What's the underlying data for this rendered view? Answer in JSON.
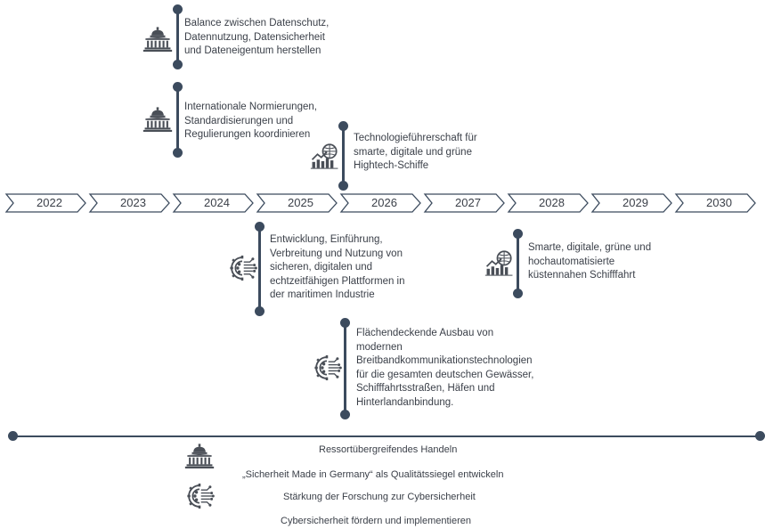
{
  "timeline": {
    "years": [
      "2022",
      "2023",
      "2024",
      "2025",
      "2026",
      "2027",
      "2028",
      "2029",
      "2030"
    ]
  },
  "milestones": {
    "datenschutz": {
      "icon": "government-building-icon",
      "lines": [
        "Balance zwischen Datenschutz,",
        "Datennutzung, Datensicherheit",
        "und Dateneigentum herstellen"
      ]
    },
    "normierung": {
      "icon": "government-building-icon",
      "lines": [
        "Internationale Normierungen,",
        "Standardisierungen und",
        "Regulierungen koordinieren"
      ]
    },
    "technologie": {
      "icon": "growth-chart-globe-icon",
      "lines": [
        "Technologieführerschaft für",
        "smarte, digitale und grüne",
        "Hightech-Schiffe"
      ]
    },
    "plattformen": {
      "icon": "digital-gear-icon",
      "lines": [
        "Entwicklung, Einführung,",
        "Verbreitung und Nutzung von",
        "sicheren, digitalen und",
        "echtzeitfähigen Plattformen in",
        "der maritimen Industrie"
      ]
    },
    "schifffahrt": {
      "icon": "growth-chart-globe-icon",
      "lines": [
        "Smarte, digitale, grüne und",
        "hochautomatisierte",
        "küstennahen Schifffahrt"
      ]
    },
    "breitband": {
      "icon": "digital-gear-icon",
      "lines": [
        "Flächendeckende Ausbau von",
        "modernen",
        "Breitbandkommunikationstechnologien",
        "für die gesamten deutschen Gewässer,",
        "Schifffahrtsstraßen, Häfen und",
        "Hinterlandanbindung."
      ]
    }
  },
  "cross_cutting": {
    "items": [
      "Ressortübergreifendes Handeln",
      "„Sicherheit Made in Germany“ als Qualitätssiegel entwickeln",
      "Stärkung der Forschung zur Cybersicherheit",
      "Cybersicherheit fördern und implementieren"
    ]
  },
  "colors": {
    "line": "#3c4b5e",
    "icon": "#4a4f57",
    "text": "#3a3f48"
  }
}
